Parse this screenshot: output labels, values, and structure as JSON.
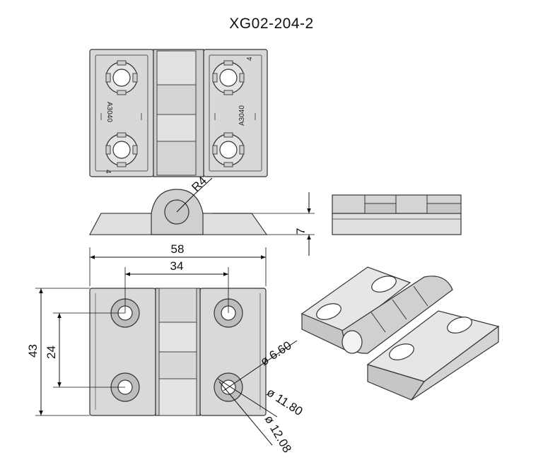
{
  "title": "XG02-204-2",
  "dimensions": {
    "overall_width": "58",
    "hole_spacing_x": "34",
    "overall_height": "43",
    "hole_spacing_y": "24",
    "thickness": "7",
    "knuckle_radius": "R4",
    "hole_dia_1": "ø 6.60",
    "hole_dia_2": "ø 11.80",
    "hole_dia_3": "ø 12.08"
  },
  "part_markings": {
    "code": "A3040",
    "number": "4"
  },
  "colors": {
    "part_fill": "#d9d9d9",
    "part_shade": "#bdbdbd",
    "line": "#333333",
    "dim_line": "#111111"
  }
}
